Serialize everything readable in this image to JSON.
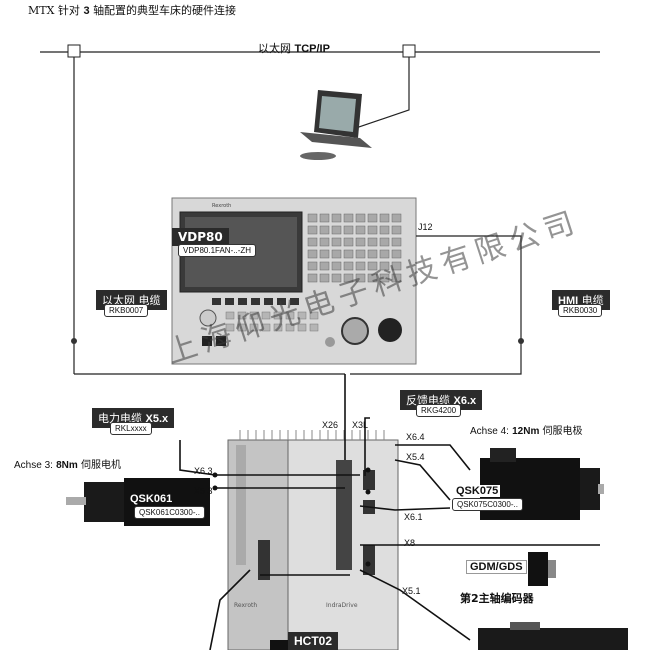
{
  "title": {
    "prefix": "MTX 针对",
    "bold": "3",
    "suffix": "轴配置的典型车床的硬件连接"
  },
  "ethernet": {
    "prefix": "以太网",
    "bold": "TCP/IP"
  },
  "vdp": {
    "name": "VDP80",
    "model": "VDP80.1FAN-..-ZH",
    "brand": "Rexroth",
    "j12": "J12"
  },
  "eth_cable": {
    "label": "以太网 电缆",
    "code": "RKB0007"
  },
  "hmi_cable": {
    "label": "HMI",
    "label_suffix": "电缆",
    "code": "RKB0030"
  },
  "feedback_cable": {
    "label": "反馈电缆",
    "port": "X6.x",
    "code": "RKG4200"
  },
  "power_cable": {
    "label": "电力电缆",
    "port": "X5.x",
    "code": "RKLxxxx"
  },
  "ports": {
    "x26": "X26",
    "x3l": "X3L",
    "x64": "X6.4",
    "x54": "X5.4",
    "x63": "X6.3",
    "x53": "X5.3",
    "x61": "X6.1",
    "x8": "X8",
    "x51": "X5.1"
  },
  "axis3": {
    "prefix": "Achse 3:",
    "torque": "8Nm",
    "suffix": "伺服电机",
    "name": "QSK061",
    "code": "QSK061C0300-.."
  },
  "axis4": {
    "prefix": "Achse 4:",
    "torque": "12Nm",
    "suffix": "伺服电极",
    "name": "QSK075",
    "code": "QSK075C0300-.."
  },
  "gdm": {
    "name": "GDM/GDS",
    "desc": "第2主轴编码器"
  },
  "hct": {
    "name": "HCT02",
    "brand": "Rexroth",
    "brand2": "IndraDrive"
  },
  "watermark": "上海仰光电子科技有限公司"
}
